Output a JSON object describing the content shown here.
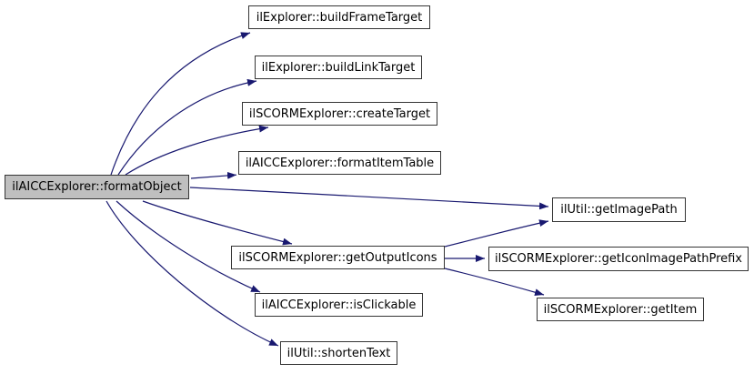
{
  "diagram": {
    "type": "doxygen-call-graph",
    "background": "#ffffff",
    "colors": {
      "edge": "#191970",
      "node_border": "#353535",
      "node_fill": "#ffffff",
      "current_node_fill": "#bfbfbf",
      "text": "#000000"
    },
    "nodes": [
      {
        "id": "formatObject",
        "label": "ilAICCExplorer::formatObject",
        "highlighted": true
      },
      {
        "id": "buildFrameTarget",
        "label": "ilExplorer::buildFrameTarget",
        "highlighted": false
      },
      {
        "id": "buildLinkTarget",
        "label": "ilExplorer::buildLinkTarget",
        "highlighted": false
      },
      {
        "id": "createTarget",
        "label": "ilSCORMExplorer::createTarget",
        "highlighted": false
      },
      {
        "id": "formatItemTable",
        "label": "ilAICCExplorer::formatItemTable",
        "highlighted": false
      },
      {
        "id": "getImagePath",
        "label": "ilUtil::getImagePath",
        "highlighted": false
      },
      {
        "id": "getOutputIcons",
        "label": "ilSCORMExplorer::getOutputIcons",
        "highlighted": false
      },
      {
        "id": "getIconImagePathPrefix",
        "label": "ilSCORMExplorer::getIconImagePathPrefix",
        "highlighted": false
      },
      {
        "id": "getItem",
        "label": "ilSCORMExplorer::getItem",
        "highlighted": false
      },
      {
        "id": "isClickable",
        "label": "ilAICCExplorer::isClickable",
        "highlighted": false
      },
      {
        "id": "shortenText",
        "label": "ilUtil::shortenText",
        "highlighted": false
      }
    ],
    "edges": [
      {
        "from": "ilAICCExplorer::formatObject",
        "to": "ilExplorer::buildFrameTarget"
      },
      {
        "from": "ilAICCExplorer::formatObject",
        "to": "ilExplorer::buildLinkTarget"
      },
      {
        "from": "ilAICCExplorer::formatObject",
        "to": "ilSCORMExplorer::createTarget"
      },
      {
        "from": "ilAICCExplorer::formatObject",
        "to": "ilAICCExplorer::formatItemTable"
      },
      {
        "from": "ilAICCExplorer::formatObject",
        "to": "ilUtil::getImagePath"
      },
      {
        "from": "ilAICCExplorer::formatObject",
        "to": "ilSCORMExplorer::getOutputIcons"
      },
      {
        "from": "ilAICCExplorer::formatObject",
        "to": "ilAICCExplorer::isClickable"
      },
      {
        "from": "ilAICCExplorer::formatObject",
        "to": "ilUtil::shortenText"
      },
      {
        "from": "ilSCORMExplorer::getOutputIcons",
        "to": "ilUtil::getImagePath"
      },
      {
        "from": "ilSCORMExplorer::getOutputIcons",
        "to": "ilSCORMExplorer::getIconImagePathPrefix"
      },
      {
        "from": "ilSCORMExplorer::getOutputIcons",
        "to": "ilSCORMExplorer::getItem"
      }
    ]
  }
}
